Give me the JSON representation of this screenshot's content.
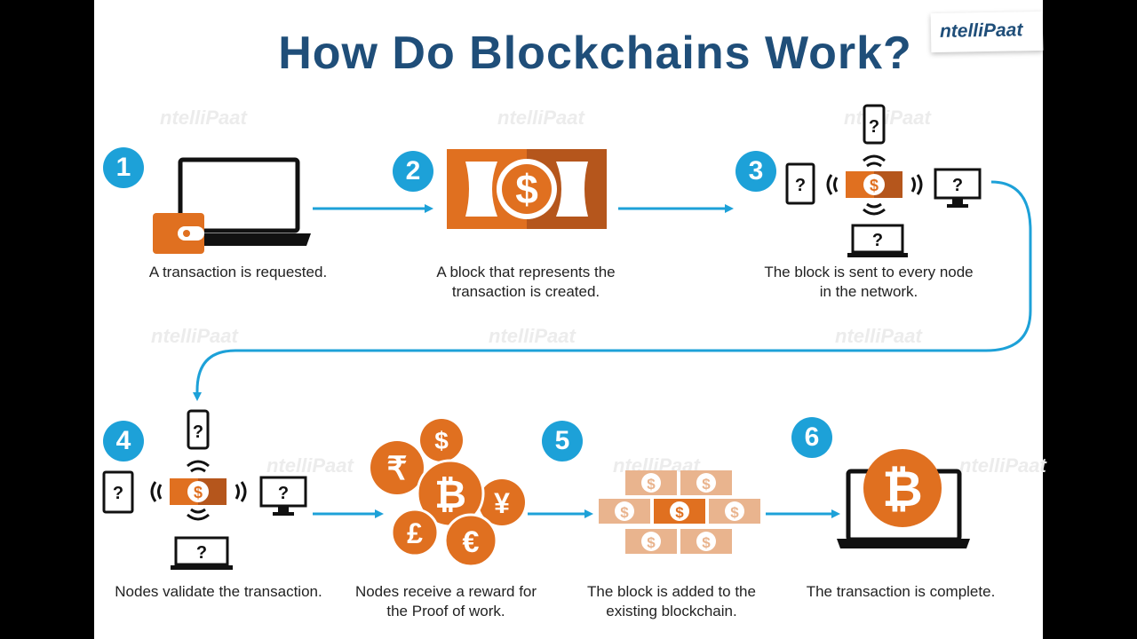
{
  "title": "How Do Blockchains Work?",
  "logo": {
    "text": "ntelliPaat"
  },
  "watermark": "ntelliPaat",
  "steps": [
    {
      "number": "1",
      "caption": "A transaction is requested."
    },
    {
      "number": "2",
      "caption": "A block that represents the transaction is created."
    },
    {
      "number": "3",
      "caption": "The block is sent to every node in the network."
    },
    {
      "number": "4",
      "caption": "Nodes validate the transaction."
    },
    {
      "number": "5",
      "caption": "The block is added to the existing blockchain."
    },
    {
      "number": "6",
      "caption": "The transaction is complete."
    }
  ],
  "reward_caption": "Nodes receive a reward for the Proof of work.",
  "symbols": {
    "dollar": "$",
    "rupee": "₹",
    "bitcoin": "₿",
    "yen": "¥",
    "pound": "£",
    "euro": "€",
    "unknown": "?"
  },
  "colors": {
    "accent": "#1da1d8",
    "orange": "#e07020",
    "dark_orange": "#b5561c",
    "title": "#1f4e79"
  }
}
